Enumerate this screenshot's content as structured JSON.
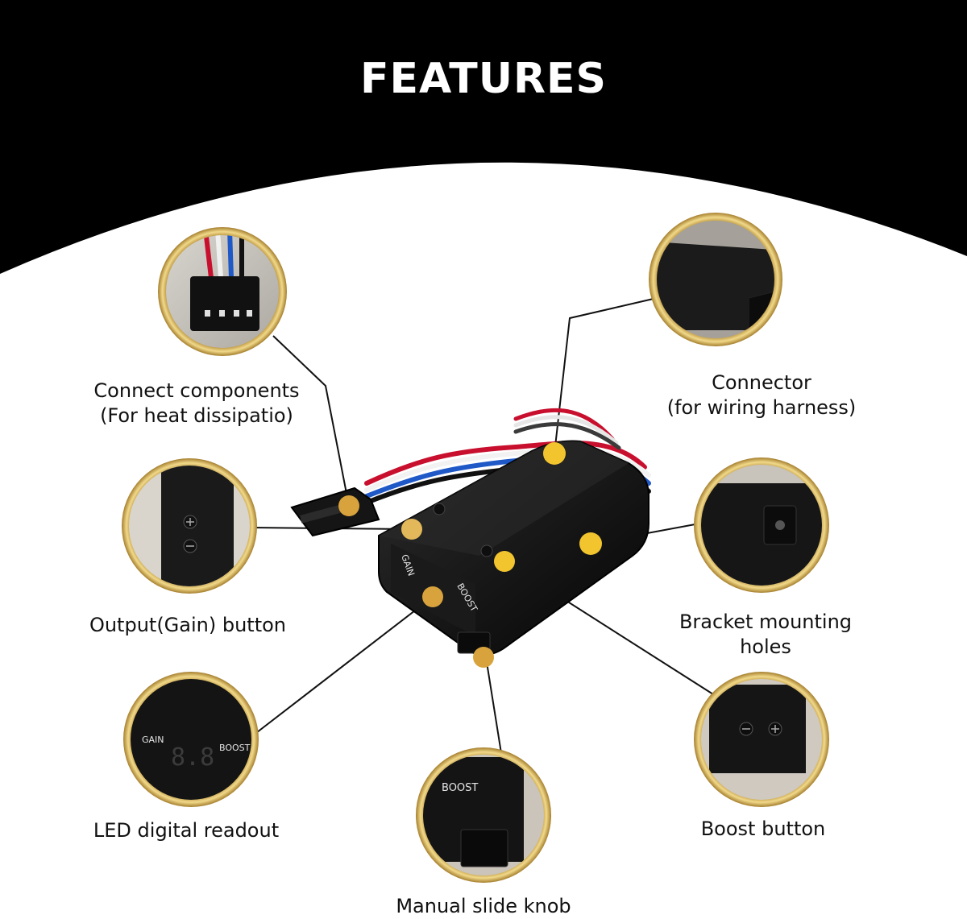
{
  "header": {
    "title": "FEATURES"
  },
  "colors": {
    "background_band": "#000000",
    "page": "#ffffff",
    "gold_ring": "#d8b45a",
    "callout_dot": "#f2c52f",
    "leader_line": "#111111"
  },
  "callouts": {
    "connect_components": {
      "line1": "Connect components",
      "line2": "(For heat dissipatio)"
    },
    "connector": {
      "line1": "Connector",
      "line2": "(for wiring harness)"
    },
    "output_gain": {
      "line1": "Output(Gain) button"
    },
    "bracket_mounting": {
      "line1": "Bracket mounting",
      "line2": "holes"
    },
    "led_readout": {
      "line1": "LED digital readout"
    },
    "boost_button": {
      "line1": "Boost button"
    },
    "manual_slide": {
      "line1": "Manual slide knob"
    }
  },
  "device_text": {
    "gain": "GAIN",
    "boost": "BOOST",
    "display": "8.8"
  },
  "icons": [
    "plus-icon",
    "minus-icon"
  ]
}
